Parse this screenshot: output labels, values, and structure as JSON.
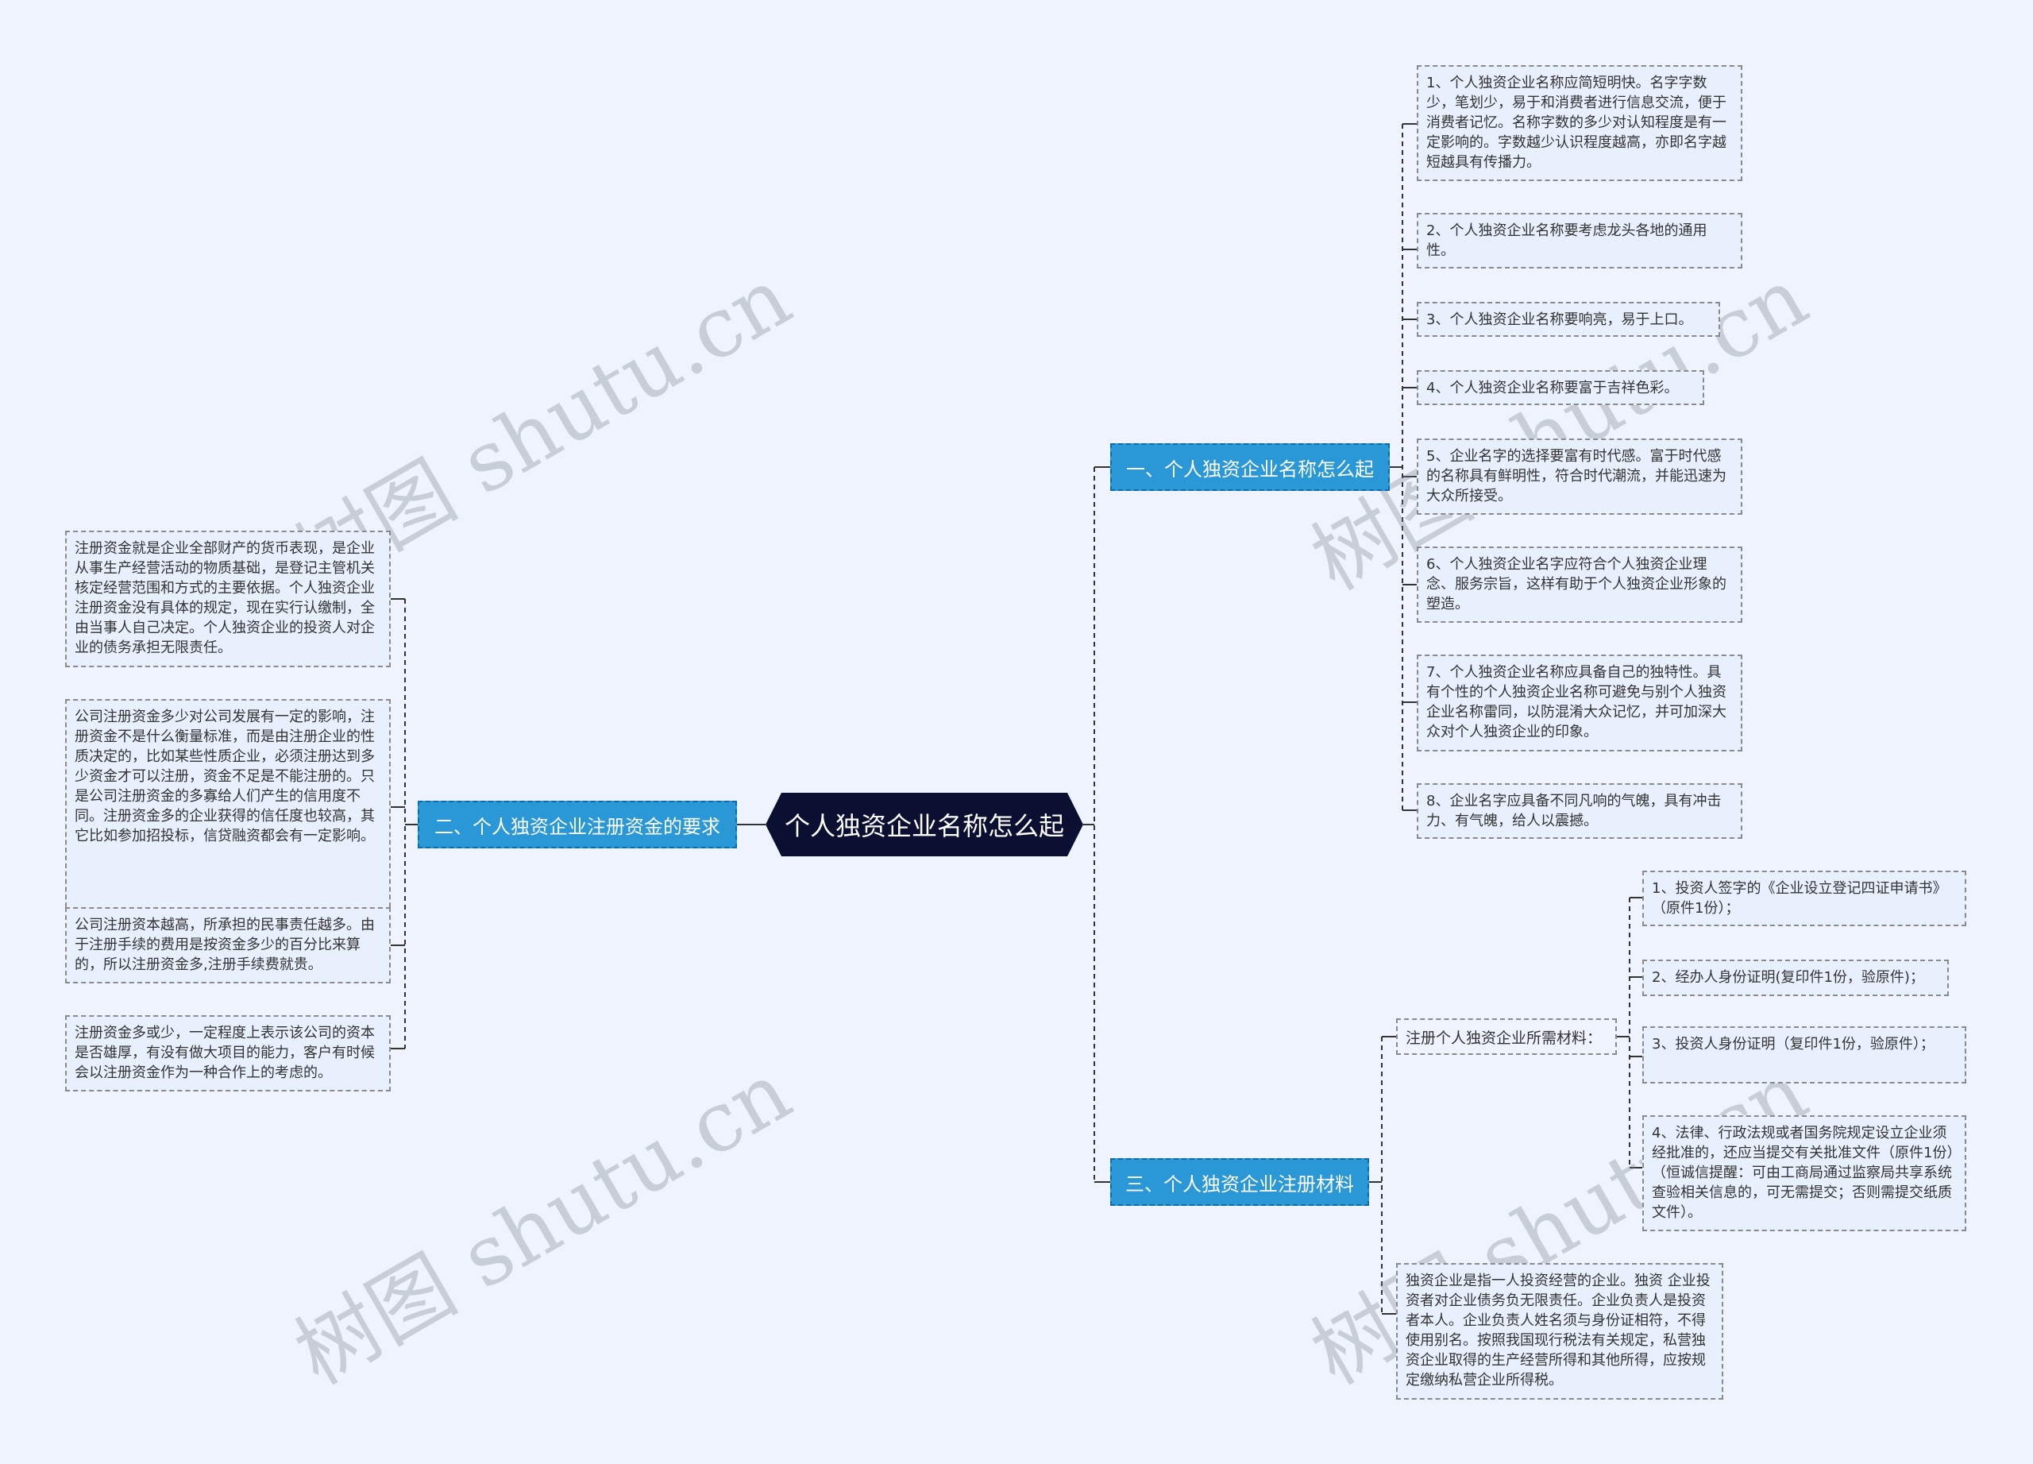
{
  "watermark": "树图 shutu.cn",
  "center": {
    "title": "个人独资企业名称怎么起"
  },
  "branch1": {
    "title": "一、个人独资企业名称怎么起",
    "items": [
      "1、个人独资企业名称应简短明快。名字字数少，笔划少，易于和消费者进行信息交流，便于消费者记忆。名称字数的多少对认知程度是有一定影响的。字数越少认识程度越高，亦即名字越短越具有传播力。",
      "2、个人独资企业名称要考虑龙头各地的通用性。",
      "3、个人独资企业名称要响亮，易于上口。",
      "4、个人独资企业名称要富于吉祥色彩。",
      "5、企业名字的选择要富有时代感。富于时代感的名称具有鲜明性，符合时代潮流，并能迅速为大众所接受。",
      "6、个人独资企业名字应符合个人独资企业理念、服务宗旨，这样有助于个人独资企业形象的塑造。",
      "7、个人独资企业名称应具备自己的独特性。具有个性的个人独资企业名称可避免与别个人独资企业名称雷同，以防混淆大众记忆，并可加深大众对个人独资企业的印象。",
      "8、企业名字应具备不同凡响的气魄，具有冲击力、有气魄，给人以震撼。"
    ]
  },
  "branch2": {
    "title": "二、个人独资企业注册资金的要求",
    "items": [
      "注册资金就是企业全部财产的货币表现，是企业从事生产经营活动的物质基础，是登记主管机关核定经营范围和方式的主要依据。个人独资企业注册资金没有具体的规定，现在实行认缴制，全由当事人自己决定。个人独资企业的投资人对企业的债务承担无限责任。",
      "公司注册资金多少对公司发展有一定的影响，注册资金不是什么衡量标准，而是由注册企业的性质决定的，比如某些性质企业，必须注册达到多少资金才可以注册，资金不足是不能注册的。只是公司注册资金的多寡给人们产生的信用度不同。注册资金多的企业获得的信任度也较高，其它比如参加招投标，信贷融资都会有一定影响。",
      "公司注册资本越高，所承担的民事责任越多。由于注册手续的费用是按资金多少的百分比来算的，所以注册资金多,注册手续费就贵。",
      "注册资金多或少，一定程度上表示该公司的资本是否雄厚，有没有做大项目的能力，客户有时候会以注册资金作为一种合作上的考虑的。"
    ]
  },
  "branch3": {
    "title": "三、个人独资企业注册材料",
    "sub_label": "注册个人独资企业所需材料：",
    "sub_items": [
      "1、投资人签字的《企业设立登记四证申请书》（原件1份）；",
      "2、经办人身份证明(复印件1份，验原件)；",
      "3、投资人身份证明（复印件1份，验原件）；",
      "4、法律、行政法规或者国务院规定设立企业须经批准的，还应当提交有关批准文件（原件1份）（恒诚信提醒：可由工商局通过监察局共享系统查验相关信息的，可无需提交；否则需提交纸质文件）。"
    ],
    "note": "独资企业是指一人投资经营的企业。独资 企业投资者对企业债务负无限责任。企业负责人是投资者本人。企业负责人姓名须与身份证相符，不得使用别名。按照我国现行税法有关规定，私营独资企业取得的生产经营所得和其他所得，应按规定缴纳私营企业所得税。"
  },
  "colors": {
    "background": "#eef3fd",
    "center_fill": "#0b1033",
    "branch_fill": "#2a97d7",
    "leaf_fill": "#e8effd",
    "connector": "#333333"
  }
}
